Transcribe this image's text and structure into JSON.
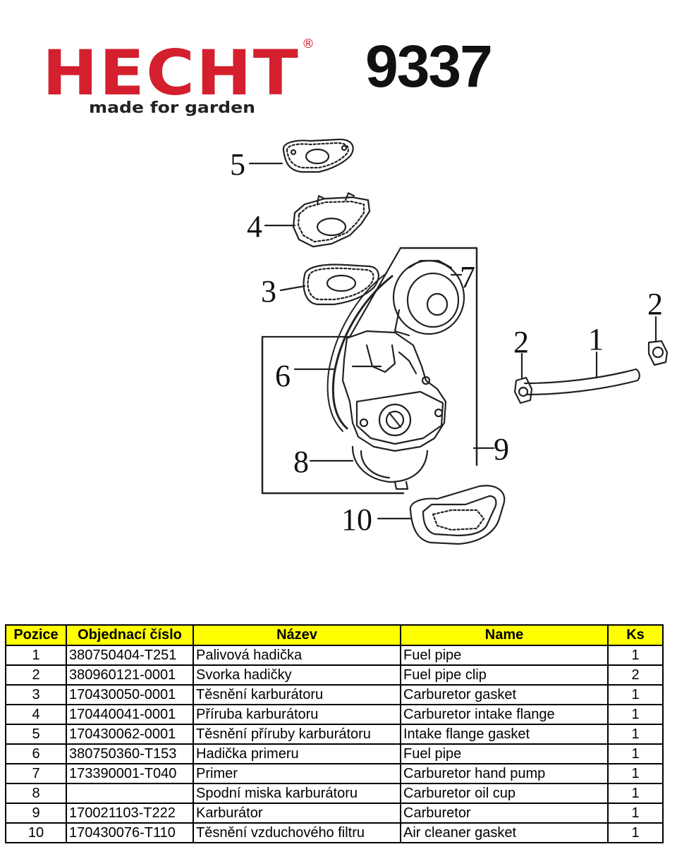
{
  "brand": {
    "logo_text": "HECHT",
    "tagline": "made for garden",
    "registered": "®",
    "model": "9337"
  },
  "diagram": {
    "callouts": [
      "1",
      "2",
      "2",
      "3",
      "4",
      "5",
      "6",
      "7",
      "8",
      "9",
      "10"
    ]
  },
  "colors": {
    "brand_red": "#d4202e",
    "header_yellow": "#ffff00"
  },
  "table": {
    "headers": [
      "Pozice",
      "Objednací číslo",
      "Název",
      "Name",
      "Ks"
    ],
    "rows": [
      [
        "1",
        "380750404-T251",
        "Palivová hadička",
        "Fuel pipe",
        "1"
      ],
      [
        "2",
        "380960121-0001",
        "Svorka hadičky",
        "Fuel pipe clip",
        "2"
      ],
      [
        "3",
        "170430050-0001",
        "Těsnění karburátoru",
        "Carburetor gasket",
        "1"
      ],
      [
        "4",
        "170440041-0001",
        "Příruba karburátoru",
        "Carburetor intake flange",
        "1"
      ],
      [
        "5",
        "170430062-0001",
        "Těsnění příruby karburátoru",
        "Intake flange gasket",
        "1"
      ],
      [
        "6",
        "380750360-T153",
        "Hadička primeru",
        "Fuel pipe",
        "1"
      ],
      [
        "7",
        "173390001-T040",
        "Primer",
        "Carburetor hand pump",
        "1"
      ],
      [
        "8",
        "",
        "Spodní miska karburátoru",
        "Carburetor oil cup",
        "1"
      ],
      [
        "9",
        "170021103-T222",
        "Karburátor",
        "Carburetor",
        "1"
      ],
      [
        "10",
        "170430076-T110",
        "Těsnění vzduchového filtru",
        "Air cleaner gasket",
        "1"
      ]
    ]
  }
}
